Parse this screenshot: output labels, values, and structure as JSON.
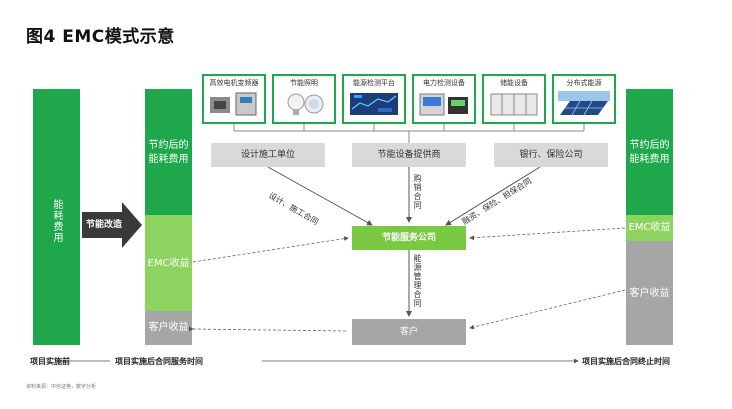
{
  "title": "图4 EMC模式示意",
  "before": {
    "label": "能耗费用"
  },
  "transition": {
    "label": "节能改造"
  },
  "middle": {
    "top": "节约后的能耗费用",
    "mid": "EMC收益",
    "bottom": "客户收益"
  },
  "right": {
    "top": "节约后的能耗费用",
    "mid": "EMC收益",
    "bottom": "客户收益"
  },
  "equipment": [
    {
      "label": "高效电机变频器",
      "icon": "motor-inverter-icon"
    },
    {
      "label": "节能照明",
      "icon": "light-bulb-icon"
    },
    {
      "label": "能源检测平台",
      "icon": "monitor-platform-icon"
    },
    {
      "label": "电力检测设备",
      "icon": "power-meter-icon"
    },
    {
      "label": "储能设备",
      "icon": "battery-cabinet-icon"
    },
    {
      "label": "分布式能源",
      "icon": "solar-panel-icon"
    }
  ],
  "entities": {
    "design": "设计施工单位",
    "supplier": "节能设备提供商",
    "bank": "银行、保险公司",
    "company": "节能服务公司",
    "customer": "客户"
  },
  "arrow_labels": {
    "design": "设计、施工合同",
    "supplier": "购销合同",
    "bank": "融资、保险、担保合同",
    "customer": "能源管理合同"
  },
  "timeline": {
    "start": "项目实施前",
    "middle": "项目实施后合同服务时间",
    "end": "项目实施后合同终止时间"
  },
  "source": "资料来源：中信证券，数字分析",
  "colors": {
    "green": "#1fa84b",
    "light_green": "#8dd35f",
    "gray": "#a6a6a6",
    "company": "#7ac943"
  }
}
